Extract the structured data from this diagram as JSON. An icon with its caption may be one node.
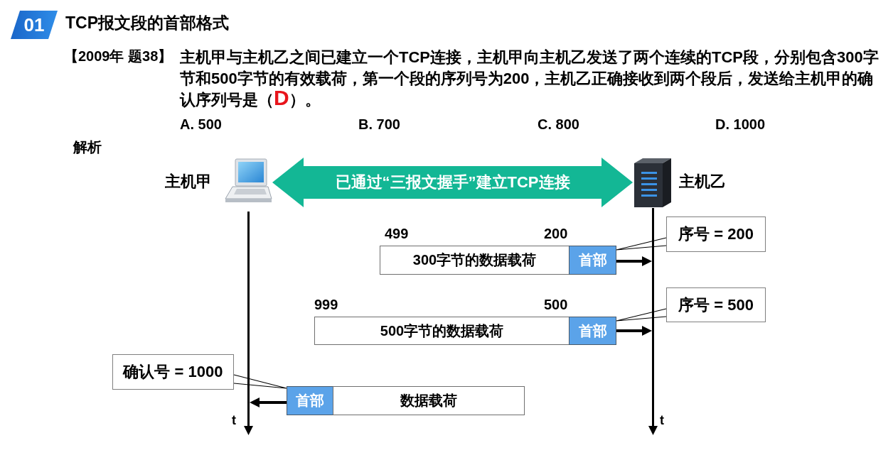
{
  "diagram": {
    "title": "TCP报文段的首部格式",
    "nodes": [
      {
        "text": [],
        "shape": "picture",
        "beside": [
          "主机甲"
        ]
      },
      {
        "text": [],
        "shape": "picture",
        "beside": [
          "主机乙"
        ]
      },
      {
        "text": [],
        "shape": "line",
        "beside": [
          "t"
        ]
      },
      {
        "text": [],
        "shape": "line",
        "beside": [
          "t"
        ]
      },
      {
        "text": [
          "序号 = 200"
        ]
      },
      {
        "text": [
          "300字节的数据载荷"
        ],
        "beside": [
          "499",
          "200"
        ]
      },
      {
        "text": [
          "首部"
        ]
      },
      {
        "text": [
          "序号 = 500"
        ]
      },
      {
        "text": [
          "500字节的数据载荷"
        ],
        "beside": [
          "999",
          "500"
        ]
      },
      {
        "text": [
          "首部"
        ]
      },
      {
        "text": [
          "确认号 = 1000"
        ]
      },
      {
        "text": [
          "首部"
        ]
      },
      {
        "text": [
          "数据载荷"
        ]
      }
    ],
    "edges": [
      {
        "from": 0,
        "to": 1,
        "arrow": "both",
        "label": "已通过“三报文握手”建立TCP连接",
        "style": "thick",
        "color": "#13b795"
      },
      {
        "from": 6,
        "to": 3,
        "arrow": "to"
      },
      {
        "from": 4,
        "to": 6,
        "arrow": "none"
      },
      {
        "from": 9,
        "to": 3,
        "arrow": "to"
      },
      {
        "from": 7,
        "to": 9,
        "arrow": "none"
      },
      {
        "from": 11,
        "to": 2,
        "arrow": "to"
      },
      {
        "from": 10,
        "to": 11,
        "arrow": "none"
      }
    ],
    "labels": [
      "01",
      "【2009年 题38】",
      "主机甲与主机乙之间已建立一个TCP连接，主机甲向主机乙发送了两个连续的TCP段，分别包含300字节和500字节的有效载荷，第一个段的序列号为200，主机乙正确接收到两个段后，发送给主机甲的确认序列号是（**D**）。",
      "A. 500",
      "B. 700",
      "C. 800",
      "D. 1000",
      "解析"
    ]
  }
}
